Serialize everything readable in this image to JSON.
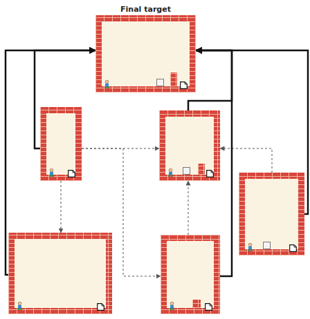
{
  "diagram": {
    "nodes": [
      {
        "text": [
          "Final target"
        ]
      },
      {
        "text": []
      },
      {
        "text": []
      },
      {
        "text": []
      },
      {
        "text": []
      },
      {
        "text": []
      }
    ],
    "edges": [
      {
        "from": 1,
        "to": 0,
        "arrow": "to"
      },
      {
        "from": 4,
        "to": 0,
        "arrow": "to"
      },
      {
        "from": 1,
        "to": 2,
        "arrow": "to"
      },
      {
        "from": 1,
        "to": 4,
        "arrow": "to"
      },
      {
        "from": 1,
        "to": 5,
        "arrow": "to"
      },
      {
        "from": 5,
        "to": 2,
        "arrow": "to"
      },
      {
        "from": 3,
        "to": 2,
        "arrow": "to"
      },
      {
        "from": 2,
        "to": 0,
        "arrow": "to"
      },
      {
        "from": 5,
        "to": 0,
        "arrow": "to"
      },
      {
        "from": 3,
        "to": 0,
        "arrow": "to"
      }
    ]
  }
}
